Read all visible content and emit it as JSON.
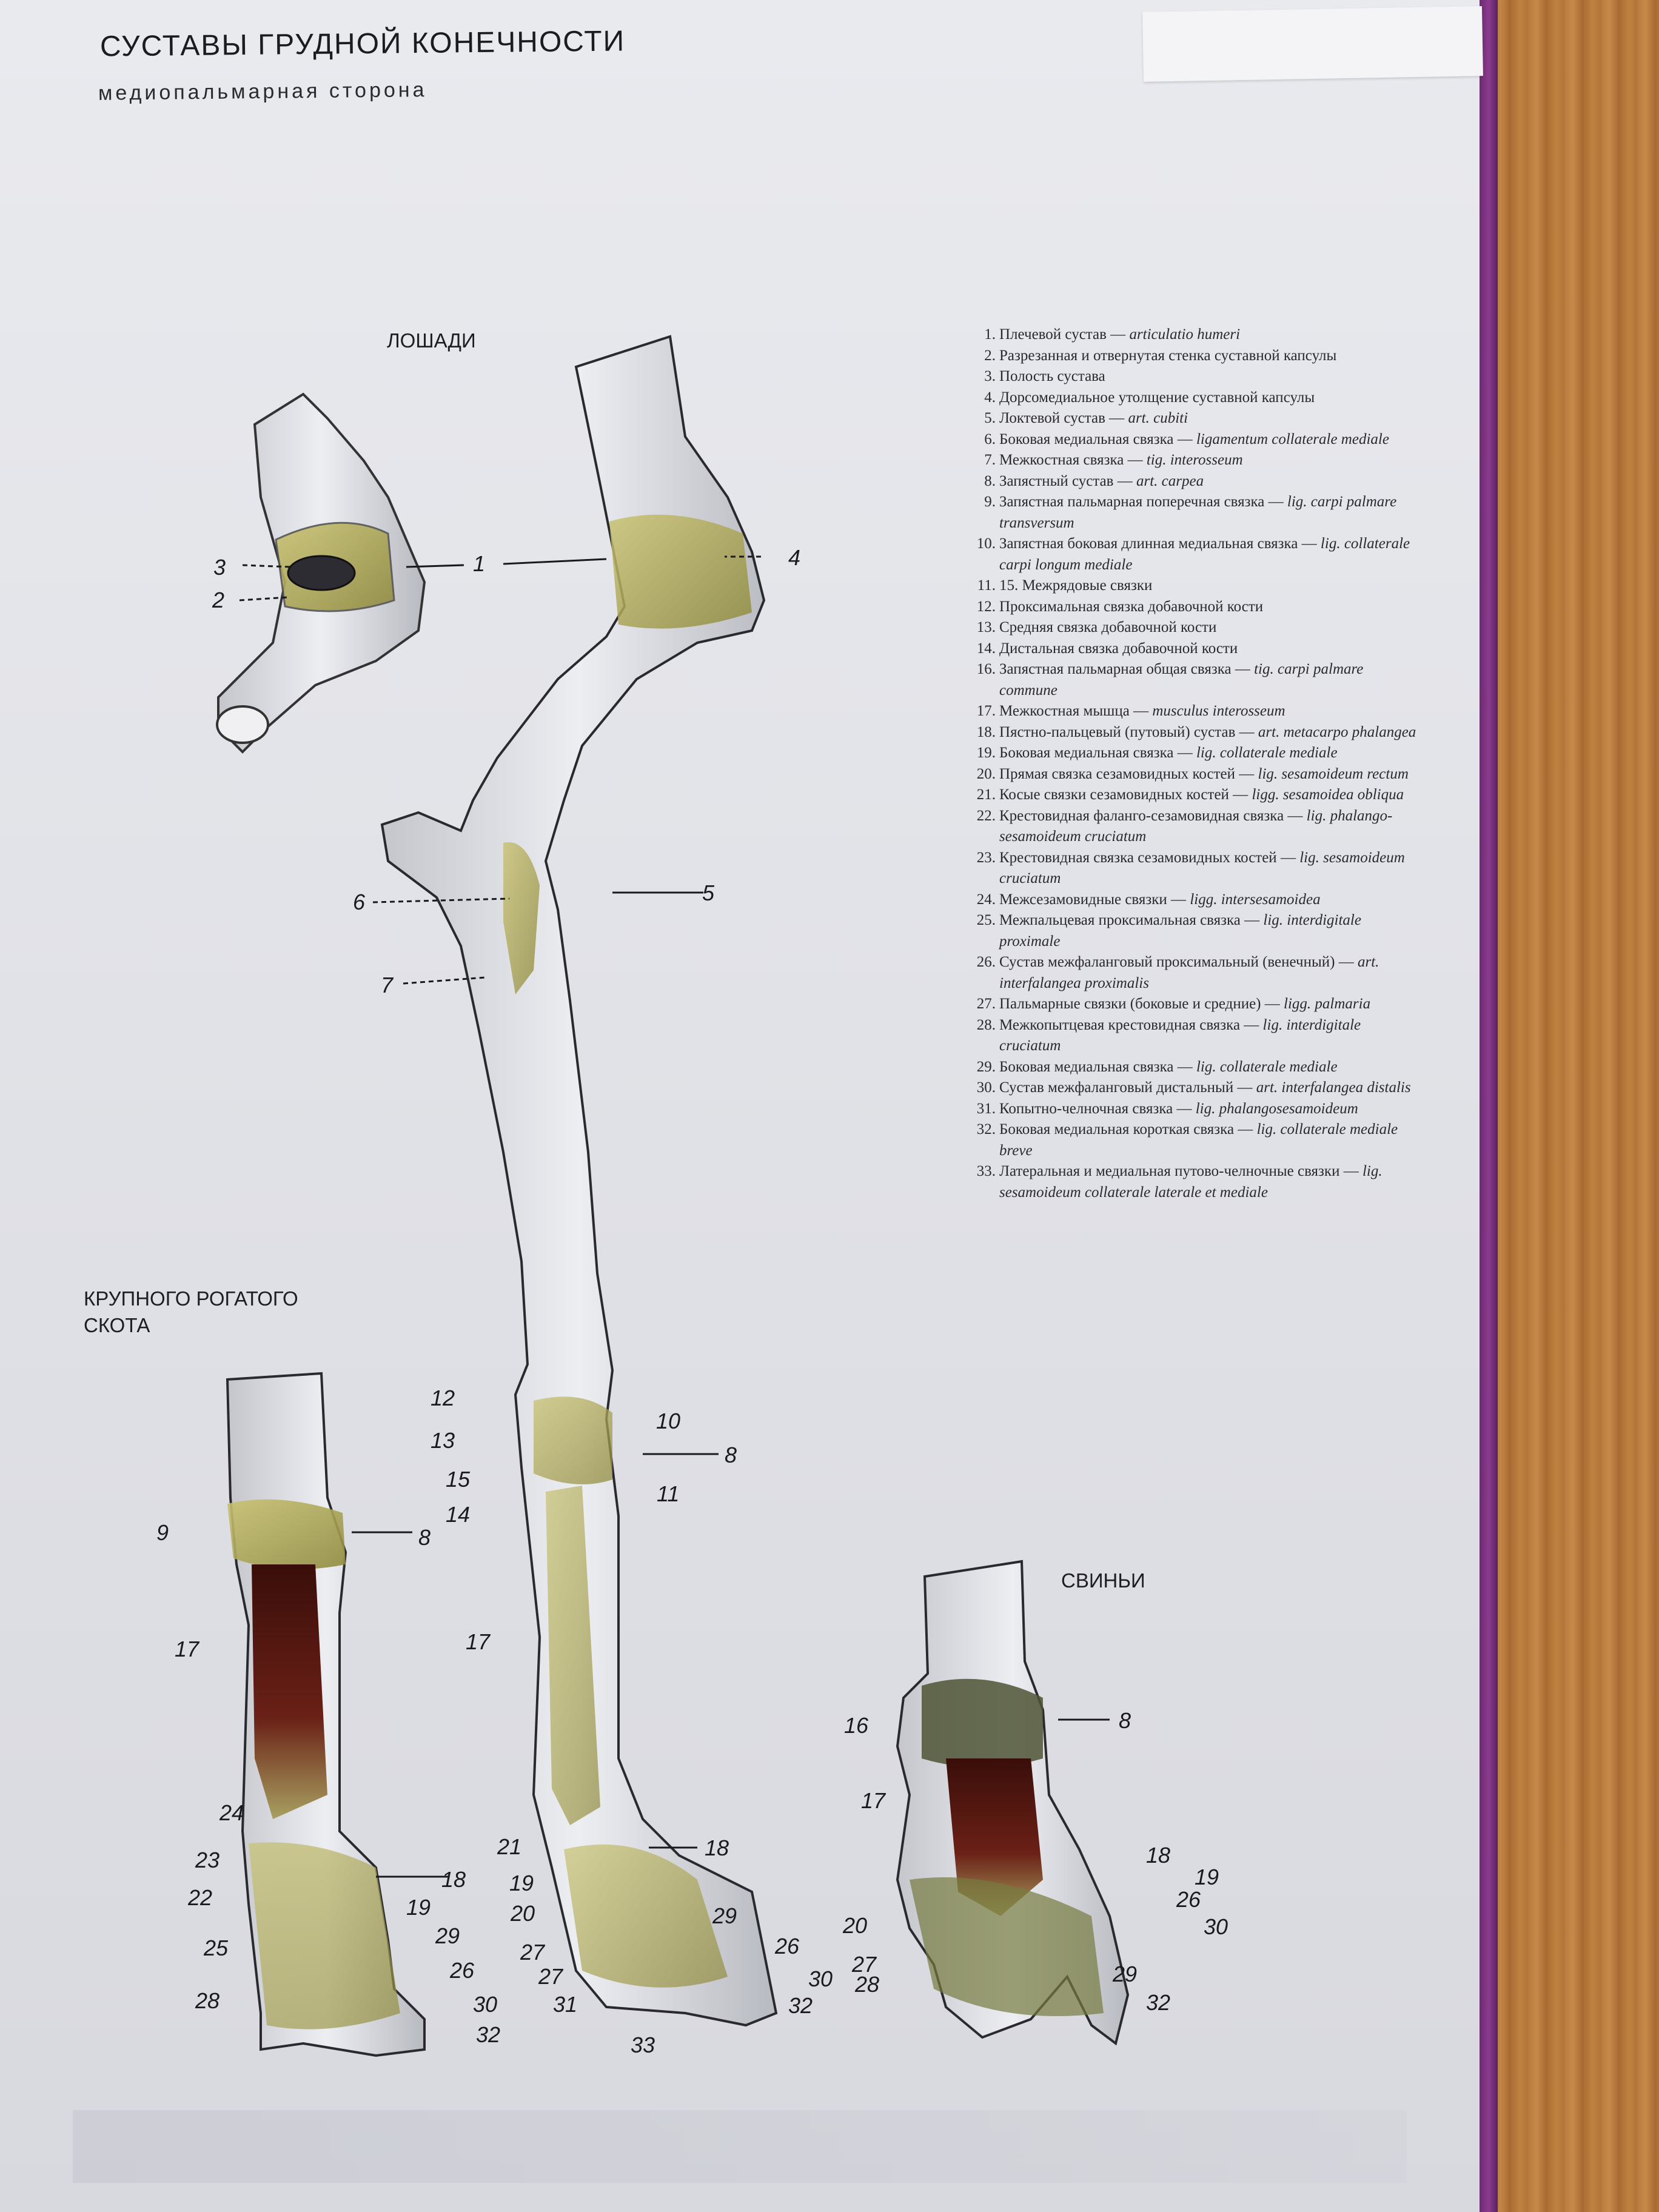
{
  "title": "СУСТАВЫ ГРУДНОЙ КОНЕЧНОСТИ",
  "subtitle": "медиопальмарная сторона",
  "sections": {
    "horse": "ЛОШАДИ",
    "cattle": "КРУПНОГО РОГАТОГО СКОТА",
    "pig": "СВИНЬИ"
  },
  "colors": {
    "bone": "#dcdde2",
    "ligament": "#b9b35e",
    "muscle": "#5a1a14",
    "text": "#2a2a2e"
  },
  "legend": [
    {
      "num": "1.",
      "ru": "Плечевой сустав — ",
      "lat": "articulatio humeri"
    },
    {
      "num": "2.",
      "ru": "Разрезанная и отвернутая стенка суставной капсулы",
      "lat": ""
    },
    {
      "num": "3.",
      "ru": "Полость сустава",
      "lat": ""
    },
    {
      "num": "4.",
      "ru": "Дорсомедиальное утолщение суставной капсулы",
      "lat": ""
    },
    {
      "num": "5.",
      "ru": "Локтевой сустав — ",
      "lat": "art. cubiti"
    },
    {
      "num": "6.",
      "ru": "Боковая медиальная связка — ",
      "lat": "ligamentum collaterale mediale"
    },
    {
      "num": "7.",
      "ru": "Межкостная связка — ",
      "lat": "tig. interosseum"
    },
    {
      "num": "8.",
      "ru": "Запястный сустав — ",
      "lat": "art. carpea"
    },
    {
      "num": "9.",
      "ru": "Запястная пальмарная поперечная связка — ",
      "lat": "lig. carpi palmare transversum"
    },
    {
      "num": "10.",
      "ru": "Запястная боковая длинная медиальная связка — ",
      "lat": "lig. collaterale carpi longum mediale"
    },
    {
      "num": "11.",
      "ru": "15. Межрядовые связки",
      "lat": ""
    },
    {
      "num": "12.",
      "ru": "Проксимальная связка добавочной кости",
      "lat": ""
    },
    {
      "num": "13.",
      "ru": "Средняя связка добавочной кости",
      "lat": ""
    },
    {
      "num": "14.",
      "ru": "Дистальная связка добавочной кости",
      "lat": ""
    },
    {
      "num": "16.",
      "ru": "Запястная пальмарная общая связка — ",
      "lat": "tig. carpi palmare commune"
    },
    {
      "num": "17.",
      "ru": "Межкостная мышца — ",
      "lat": "musculus interosseum"
    },
    {
      "num": "18.",
      "ru": "Пястно-пальцевый (путовый) сустав — ",
      "lat": "art. metacarpo phalangea"
    },
    {
      "num": "19.",
      "ru": "Боковая медиальная связка — ",
      "lat": "lig. collaterale mediale"
    },
    {
      "num": "20.",
      "ru": "Прямая связка сезамовидных костей — ",
      "lat": "lig. sesamoideum rectum"
    },
    {
      "num": "21.",
      "ru": "Косые связки сезамовидных костей — ",
      "lat": "ligg. sesamoidea obliqua"
    },
    {
      "num": "22.",
      "ru": "Крестовидная фаланго-сезамовидная связка — ",
      "lat": "lig. phalango-sesamoideum cruciatum"
    },
    {
      "num": "23.",
      "ru": "Крестовидная связка сезамовидных костей — ",
      "lat": "lig. sesamoideum cruciatum"
    },
    {
      "num": "24.",
      "ru": "Межсезамовидные связки — ",
      "lat": "ligg. intersesamoidea"
    },
    {
      "num": "25.",
      "ru": "Межпальцевая проксимальная связка — ",
      "lat": "lig. interdigitale proximale"
    },
    {
      "num": "26.",
      "ru": "Сустав межфаланговый проксимальный (венечный) — ",
      "lat": "art. interfalangea proximalis"
    },
    {
      "num": "27.",
      "ru": "Пальмарные связки (боковые и средние) — ",
      "lat": "ligg. palmaria"
    },
    {
      "num": "28.",
      "ru": "Межкопытцевая крестовидная связка — ",
      "lat": "lig. interdigitale cruciatum"
    },
    {
      "num": "29.",
      "ru": "Боковая медиальная связка — ",
      "lat": "lig. collaterale mediale"
    },
    {
      "num": "30.",
      "ru": "Сустав межфаланговый дистальный — ",
      "lat": "art. interfalangea distalis"
    },
    {
      "num": "31.",
      "ru": "Копытно-челночная связка — ",
      "lat": "lig. phalangosesamoideum"
    },
    {
      "num": "32.",
      "ru": "Боковая медиальная короткая связка — ",
      "lat": "lig. collaterale mediale breve"
    },
    {
      "num": "33.",
      "ru": "Латеральная и медиальная путово-челночные связки — ",
      "lat": "lig. sesamoideum collaterale laterale et mediale"
    }
  ],
  "callouts": {
    "horse_shoulder_detail": [
      "3",
      "2"
    ],
    "horse_main": [
      "1",
      "4",
      "6",
      "5",
      "7",
      "12",
      "10",
      "13",
      "8",
      "15",
      "11",
      "14",
      "17",
      "21",
      "18",
      "19",
      "29",
      "20",
      "26",
      "27",
      "27",
      "30",
      "31",
      "32",
      "33"
    ],
    "cattle": [
      "9",
      "8",
      "17",
      "24",
      "23",
      "18",
      "22",
      "19",
      "29",
      "25",
      "26",
      "28",
      "30",
      "32"
    ],
    "pig": [
      "16",
      "8",
      "17",
      "18",
      "19",
      "26",
      "20",
      "30",
      "27",
      "29",
      "28",
      "32"
    ]
  }
}
